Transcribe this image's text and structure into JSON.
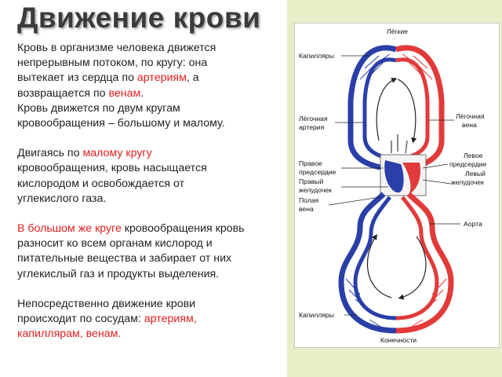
{
  "title": "Движение крови",
  "paragraphs": {
    "p1": {
      "line1": "Кровь в организме человека движется",
      "line2": "непрерывным потоком, по кругу: она",
      "line3_a": "вытекает из сердца по ",
      "line3_b": "артериям",
      "line3_c": ", а",
      "line4_a": "возвращается по ",
      "line4_b": "венам",
      "line4_c": "."
    },
    "p2": {
      "line1": "Кровь движется по двум кругам",
      "line2": "кровообращения – большому и малому."
    },
    "p3": {
      "a": "Двигаясь по ",
      "b": "малому кругу",
      "c": " кровообращения, кровь насыщается кислородом и освобождается от углекислого газа."
    },
    "p4": {
      "a": "В большом же круге",
      "b": " кровообращения кровь разносит ко всем органам кислород и питательные вещества и забирает от них углекислый газ и продукты выделения."
    },
    "p5": {
      "a": "Непосредственно движение крови происходит по сосудам: ",
      "b": "артериям, капиллярам, венам."
    }
  },
  "diagram": {
    "labels": {
      "lungs": "Лёгкие",
      "capillaries_top": "Капилляры",
      "pulmonary_artery_1": "Лёгочная",
      "pulmonary_artery_2": "артерия",
      "pulmonary_vein_1": "Лёгочная",
      "pulmonary_vein_2": "вена",
      "right_atrium_1": "Правое",
      "right_atrium_2": "предсердие",
      "left_atrium_1": "Левое",
      "left_atrium_2": "предсердие",
      "right_ventricle_1": "Правый",
      "right_ventricle_2": "желудочек",
      "left_ventricle_1": "Левый",
      "left_ventricle_2": "желудочек",
      "vena_cava_1": "Полая",
      "vena_cava_2": "вена",
      "aorta": "Аорта",
      "capillaries_bottom": "Капилляры",
      "limbs": "Конечности"
    },
    "colors": {
      "artery": "#e23a3a",
      "vein": "#2a3fa8",
      "panel": "#e8efc8"
    }
  }
}
